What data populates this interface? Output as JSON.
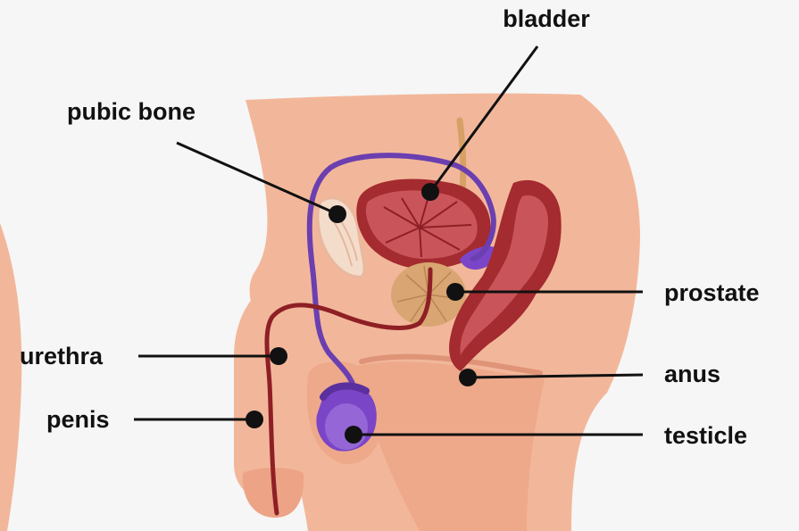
{
  "colors": {
    "background": "#f6f6f6",
    "skin": "#f2b79a",
    "skin_dark": "#df9478",
    "bladder": "#a42b2f",
    "bladder_light": "#c9555a",
    "rectum": "#a42b2f",
    "prostate": "#d9a572",
    "vas_deferens": "#6b3fb0",
    "testicle": "#7b45c7",
    "urethra": "#8e1f25",
    "leader_line": "#111111"
  },
  "labels": {
    "bladder": "bladder",
    "pubic_bone": "pubic bone",
    "prostate": "prostate",
    "urethra": "urethra",
    "anus": "anus",
    "penis": "penis",
    "testicle": "testicle"
  }
}
